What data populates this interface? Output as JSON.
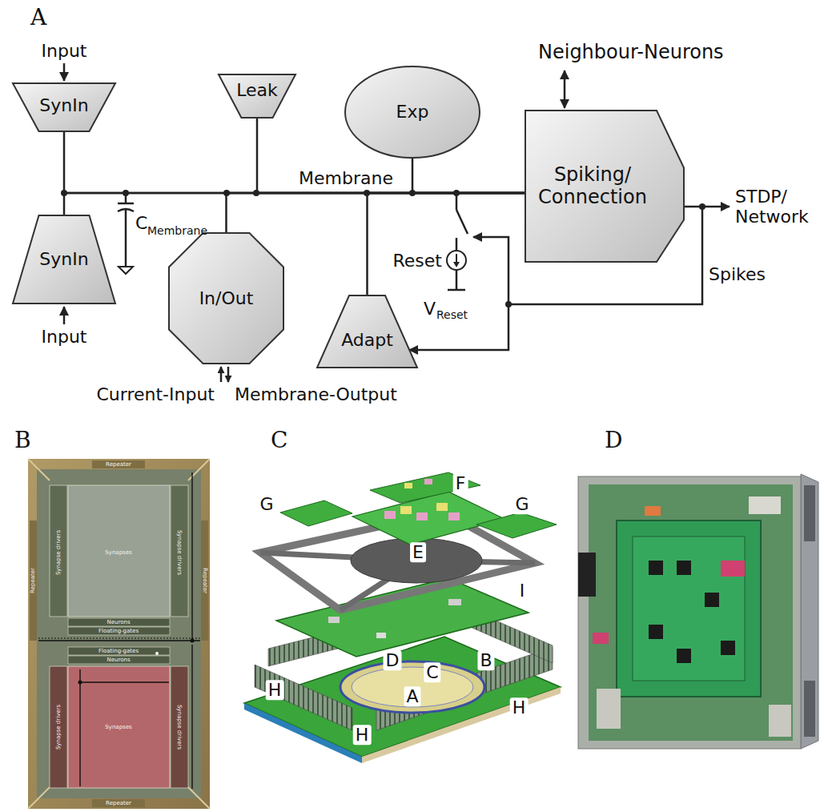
{
  "diagram": {
    "nodes": [
      {
        "text": [
          "SynIn"
        ]
      },
      {
        "text": [
          "SynIn"
        ]
      },
      {
        "text": [
          "Leak"
        ]
      },
      {
        "text": [
          "In/Out"
        ]
      },
      {
        "text": [
          "Exp"
        ]
      },
      {
        "text": [
          "Adapt"
        ]
      },
      {
        "text": [
          "Spiking/ Connection"
        ]
      }
    ],
    "edges": [
      {
        "from": 0,
        "to": 6,
        "arrow": "none"
      },
      {
        "from": 1,
        "to": 6,
        "arrow": "none"
      },
      {
        "from": 2,
        "to": 6,
        "arrow": "none"
      },
      {
        "from": 3,
        "to": 6,
        "arrow": "none"
      },
      {
        "from": 4,
        "to": 6,
        "arrow": "none"
      },
      {
        "from": 5,
        "to": 6,
        "arrow": "none"
      },
      {
        "from": 6,
        "to": 5,
        "arrow": "to"
      }
    ],
    "labels": [
      "A",
      "Input",
      "Input",
      "C",
      "Membrane",
      "Membrane",
      "Current-Input",
      "Membrane-Output",
      "Reset",
      "V",
      "Reset",
      "Neighbour-Neurons",
      "STDP/ Network",
      "Spikes",
      "B",
      "C",
      "D",
      "Repeater",
      "Synapse drivers",
      "Synapses",
      "Synapse drivers",
      "Neurons",
      "Floating-gates",
      "Repeater",
      "Repeater",
      "Floating-gates",
      "Neurons",
      "Synapse drivers",
      "Synapses",
      "Synapse drivers",
      "Repeater",
      "F",
      "G",
      "G",
      "E",
      "I",
      "D",
      "C",
      "B",
      "A",
      "H",
      "H",
      "H"
    ]
  }
}
